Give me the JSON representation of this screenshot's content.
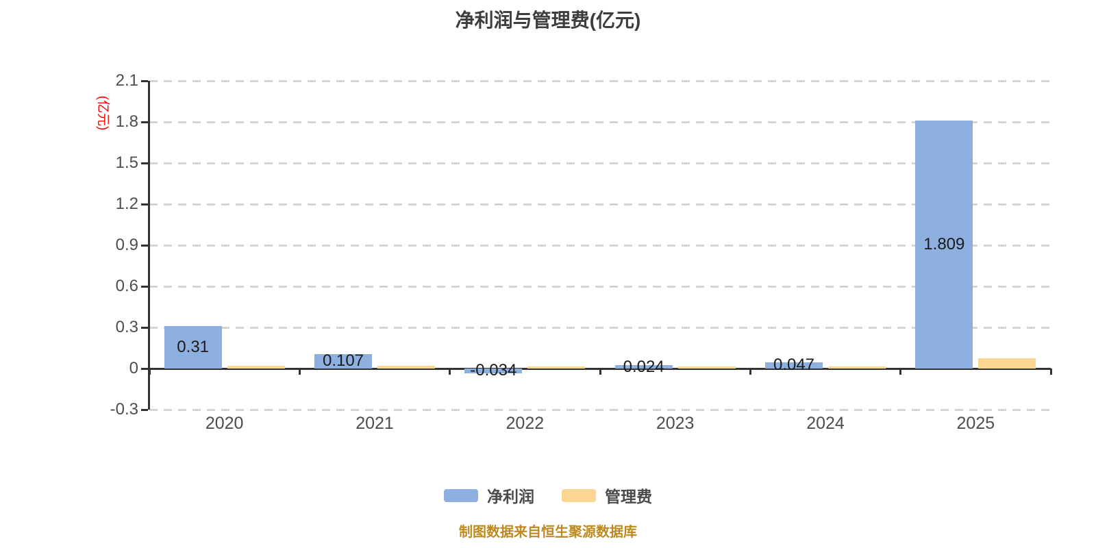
{
  "title": "净利润与管理费(亿元)",
  "y_axis_name": "(亿元)",
  "footer": "制图数据来自恒生聚源数据库",
  "legend": [
    {
      "label": "净利润",
      "color": "#8db0df"
    },
    {
      "label": "管理费",
      "color": "#fbd592"
    }
  ],
  "colors": {
    "net_profit_bar": "#8db0df",
    "management_fee_bar": "#fbd592",
    "gridline": "#d4d4d4",
    "axis": "#333333",
    "tick_text": "#4d4d4d",
    "bar_label_text": "#1a1a1a",
    "title_text": "#3d3d3d",
    "y_axis_name_text": "#ff0000",
    "footer_text": "#be8a1e"
  },
  "chart_data": {
    "type": "bar",
    "title": "净利润与管理费(亿元)",
    "categories": [
      "2020",
      "2021",
      "2022",
      "2023",
      "2024",
      "2025"
    ],
    "series": [
      {
        "name": "净利润",
        "color": "#8db0df",
        "values": [
          0.31,
          0.107,
          -0.034,
          0.024,
          0.047,
          1.809
        ],
        "labels": [
          "0.31",
          "0.107",
          "-0.034",
          "0.024",
          "0.047",
          "1.809"
        ]
      },
      {
        "name": "管理费",
        "color": "#fbd592",
        "values": [
          0.022,
          0.018,
          0.012,
          0.012,
          0.012,
          0.075
        ],
        "labels": []
      }
    ],
    "ylabel": "(亿元)",
    "y_ticks": [
      2.1,
      1.8,
      1.5,
      1.2,
      0.9,
      0.6,
      0.3,
      0,
      -0.3
    ],
    "ylim": [
      -0.3,
      2.1
    ],
    "grid": true,
    "grid_style": "dashed",
    "legend_position": "bottom"
  }
}
